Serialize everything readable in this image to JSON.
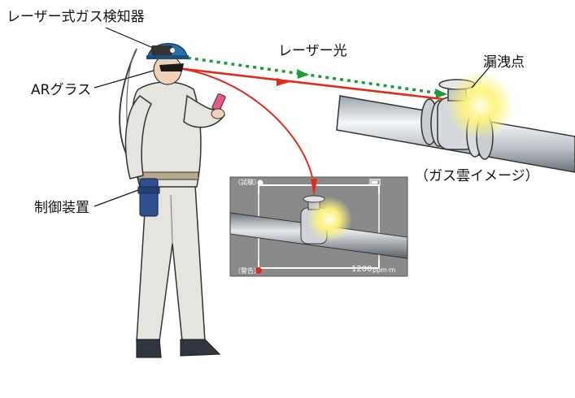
{
  "labels": {
    "laser_detector": "レーザー式ガス検知器",
    "laser_light": "レーザー光",
    "leak_point": "漏洩点",
    "ar_glass": "ARグラス",
    "gas_cloud_image": "（ガス雲イメージ）",
    "control_unit": "制御装置"
  },
  "ar_view": {
    "status_label": "（試験）",
    "alarm_label": "（警告）",
    "reading_value": "1200",
    "reading_unit": "ppm·m"
  },
  "colors": {
    "laser_red": "#e02a1a",
    "laser_green": "#1f9a3a",
    "gas_glow": "#fff27a",
    "ar_panel_bg": "#8a8a8a",
    "helmet": "#2b6fa8"
  }
}
